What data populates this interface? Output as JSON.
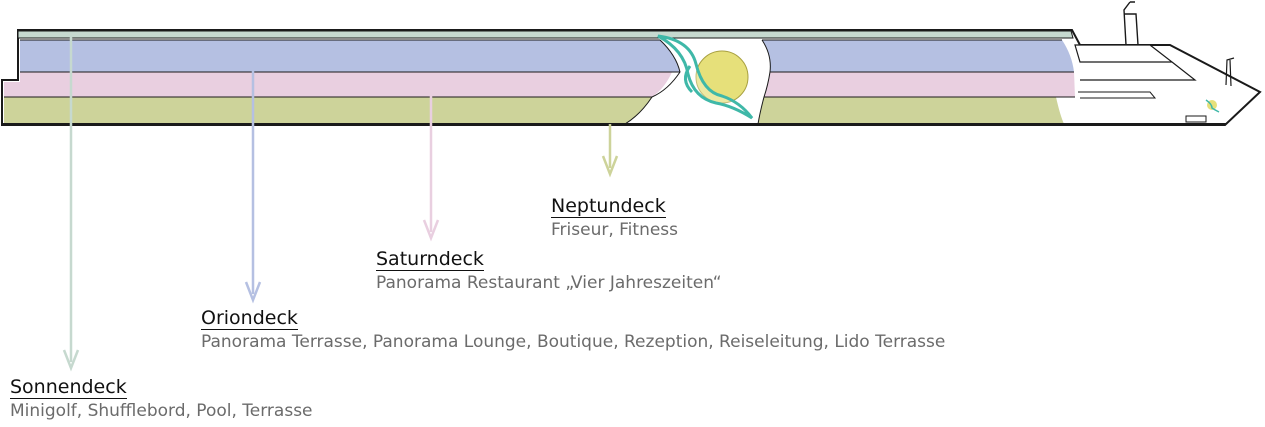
{
  "colors": {
    "sonnendeck": "#c6d9cf",
    "oriondeck": "#b5c0e2",
    "saturndeck": "#e9cfe0",
    "neptundeck": "#cdd39a",
    "logo_sun": "#e6e07a",
    "logo_bird": "#3fb8a8",
    "outline": "#1a1a1a"
  },
  "decks": [
    {
      "id": "sonnendeck",
      "name": "Sonnendeck",
      "description": "Minigolf, Shufflebord, Pool, Terrasse"
    },
    {
      "id": "oriondeck",
      "name": "Oriondeck",
      "description": "Panorama Terrasse, Panorama Lounge, Boutique, Rezeption, Reiseleitung, Lido Terrasse"
    },
    {
      "id": "saturndeck",
      "name": "Saturndeck",
      "description": "Panorama Restaurant „Vier Jahreszeiten“"
    },
    {
      "id": "neptundeck",
      "name": "Neptundeck",
      "description": "Friseur, Fitness"
    }
  ]
}
